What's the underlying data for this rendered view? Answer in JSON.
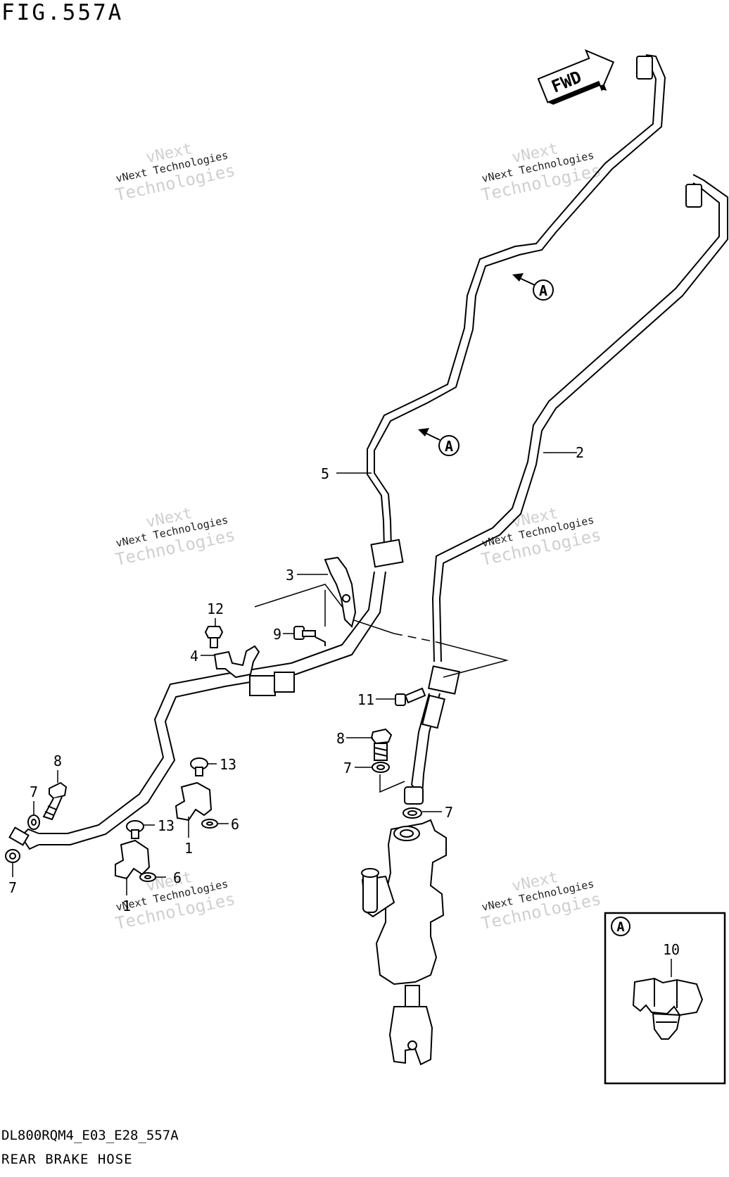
{
  "figure": {
    "title": "FIG.557A"
  },
  "badge": {
    "fwd": "FWD"
  },
  "callouts": [
    {
      "id": "1a",
      "label": "1"
    },
    {
      "id": "1b",
      "label": "1"
    },
    {
      "id": "2",
      "label": "2"
    },
    {
      "id": "3",
      "label": "3"
    },
    {
      "id": "4",
      "label": "4"
    },
    {
      "id": "5",
      "label": "5"
    },
    {
      "id": "6a",
      "label": "6"
    },
    {
      "id": "6b",
      "label": "6"
    },
    {
      "id": "7a",
      "label": "7"
    },
    {
      "id": "7b",
      "label": "7"
    },
    {
      "id": "7c",
      "label": "7"
    },
    {
      "id": "7d",
      "label": "7"
    },
    {
      "id": "8a",
      "label": "8"
    },
    {
      "id": "8b",
      "label": "8"
    },
    {
      "id": "9",
      "label": "9"
    },
    {
      "id": "10",
      "label": "10"
    },
    {
      "id": "11",
      "label": "11"
    },
    {
      "id": "12",
      "label": "12"
    },
    {
      "id": "13a",
      "label": "13"
    },
    {
      "id": "13b",
      "label": "13"
    }
  ],
  "detail_markers": [
    {
      "id": "upper",
      "label": "A"
    },
    {
      "id": "lower",
      "label": "A"
    },
    {
      "id": "inset",
      "label": "A"
    }
  ],
  "watermark": {
    "line1": "vNext",
    "line2": "vNext Technologies",
    "line3": "Technologies"
  },
  "footer": {
    "code": "DL800RQM4_E03_E28_557A",
    "title": "REAR BRAKE HOSE"
  },
  "colors": {
    "ink": "#000000",
    "watermark": "#cfcfcf",
    "background": "#ffffff"
  }
}
